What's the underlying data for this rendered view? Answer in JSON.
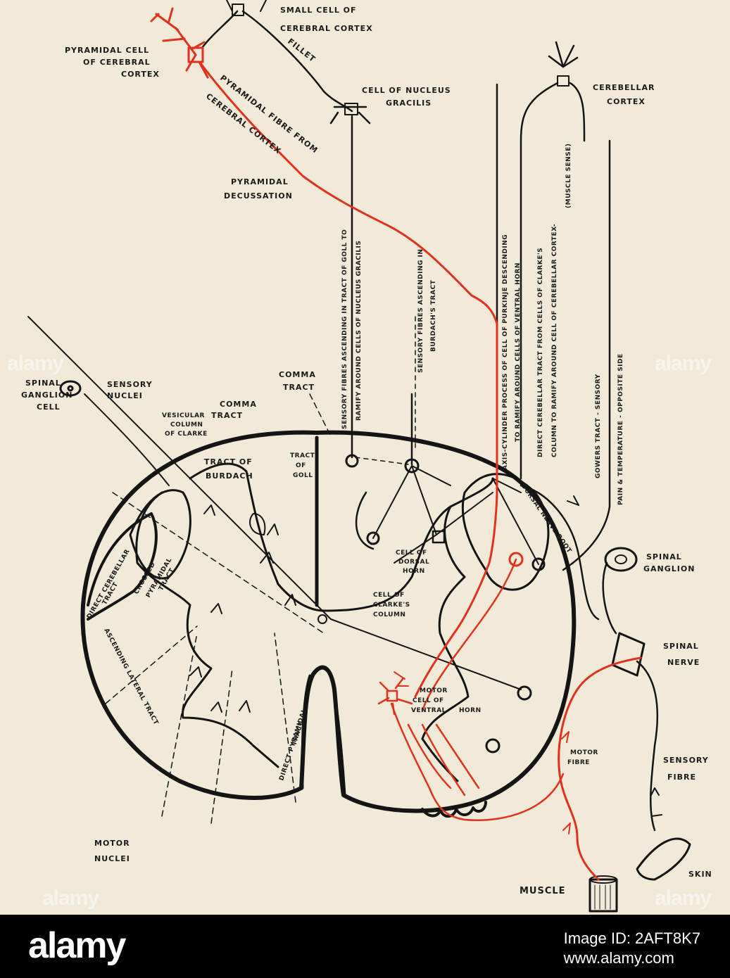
{
  "labels": {
    "small_cell": [
      "SMALL CELL OF",
      "CEREBRAL CORTEX"
    ],
    "pyramidal_cell": [
      "PYRAMIDAL CELL",
      "OF CEREBRAL",
      "CORTEX"
    ],
    "fillet": "FILLET",
    "nucleus_gracilis": [
      "CELL OF NUCLEUS",
      "GRACILIS"
    ],
    "cerebellar_cortex": [
      "CEREBELLAR",
      "CORTEX"
    ],
    "pyramidal_fibre": "PYRAMIDAL FIBRE FROM",
    "cerebral_cortex_word": "CEREBRAL CORTEX",
    "pyramidal_decussation": [
      "PYRAMIDAL",
      "DECUSSATION"
    ],
    "sensory_fibres_goll_1": "SENSORY FIBRES ASCENDING IN TRACT OF GOLL TO",
    "sensory_fibres_goll_2": "RAMIFY AROUND CELLS OF NUCLEUS GRACILIS",
    "sensory_fibres_burdach_1": "SENSORY FIBRES ASCENDING IN",
    "sensory_fibres_burdach_2": "BURDACH'S TRACT",
    "axis_cylinder_1": "AXIS-CYLINDER PROCESS OF CELL OF PURKINJE DESCENDING",
    "axis_cylinder_2": "TO RAMIFY AROUND CELLS OF VENTRAL HORN",
    "direct_cerebellar_1": "DIRECT CEREBELLAR TRACT FROM CELLS OF CLARKE'S",
    "direct_cerebellar_2": "COLUMN TO RAMIFY AROUND CELL OF CEREBELLAR CORTEX-",
    "direct_cerebellar_3": "(MUSCLE SENSE)",
    "gowers_1": "GOWERS TRACT - SENSORY",
    "gowers_2": "PAIN & TEMPERATURE - OPPOSITE SIDE",
    "spinal_ganglion_cell": [
      "SPINAL",
      "GANGLION",
      "CELL"
    ],
    "sensory_nuclei": [
      "SENSORY",
      "NUCLEI"
    ],
    "comma_tract_top": [
      "COMMA",
      "TRACT"
    ],
    "comma_tract": [
      "COMMA",
      "TRACT"
    ],
    "vesicular_column": [
      "VESICULAR",
      "COLUMN",
      "OF CLARKE"
    ],
    "tract_of_burdach": [
      "TRACT OF",
      "BURDACH"
    ],
    "tract_of_goll": [
      "TRACT",
      "OF",
      "GOLL"
    ],
    "dorsal_nerve_root": "DORSAL NERVE ROOT",
    "spinal_ganglion": [
      "SPINAL",
      "GANGLION"
    ],
    "direct_cerebellar_tract": [
      "DIRECT CEREBELLAR",
      "TRACT"
    ],
    "crossed_pyramidal": [
      "CROSSED",
      "PYRAMIDAL",
      "TRACT"
    ],
    "cell_dorsal_horn": [
      "CELL OF",
      "DORSAL",
      "HORN"
    ],
    "cell_clarkes_column": [
      "CELL OF",
      "CLARKE'S",
      "COLUMN"
    ],
    "ascending_lateral": "ASCENDING LATERAL TRACT",
    "spinal_nerve": [
      "SPINAL",
      "NERVE"
    ],
    "direct_pyramidal": [
      "DIRECT PYRAMIDAL",
      "TRACT"
    ],
    "motor_cell": [
      "MOTOR",
      "CELL OF",
      "VENTRAL"
    ],
    "horn": "HORN",
    "motor_fibre": [
      "MOTOR",
      "FIBRE"
    ],
    "sensory_fibre": [
      "SENSORY",
      "FIBRE"
    ],
    "motor_nuclei": [
      "MOTOR",
      "NUCLEI"
    ],
    "skin": "SKIN",
    "muscle": "MUSCLE"
  },
  "colors": {
    "ink": "#141414",
    "red": "#e0321e",
    "paper": "#f1ead8",
    "footer": "#000000"
  },
  "watermark": "alamy",
  "footer": {
    "logo": "alamy",
    "image_id_label": "Image ID: 2AFT8K7",
    "site": "www.alamy.com"
  }
}
